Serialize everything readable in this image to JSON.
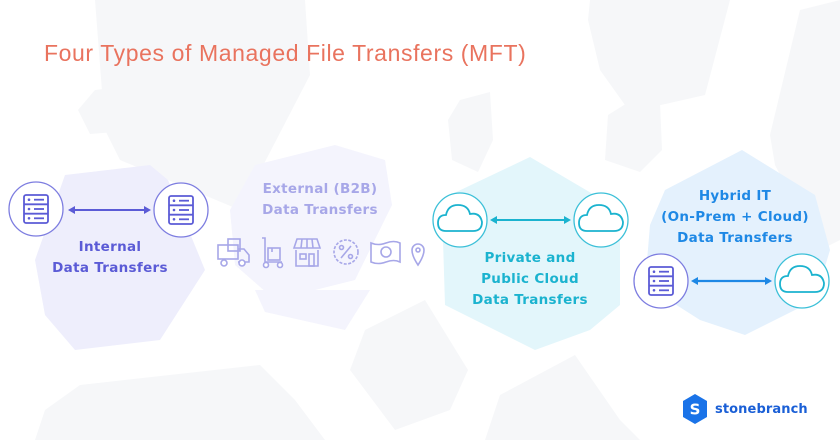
{
  "title": "Four Types of Managed File Transfers (MFT)",
  "sections": [
    {
      "id": "internal",
      "lines": [
        "Internal",
        "Data Transfers"
      ],
      "color": "#5b5bd6",
      "left_icon": "server-icon",
      "right_icon": "server-icon"
    },
    {
      "id": "external",
      "lines": [
        "External (B2B)",
        "Data Transfers"
      ],
      "color": "#a7a7e8",
      "icons": [
        "truck-icon",
        "hand-truck-icon",
        "storefront-icon",
        "discount-badge-icon",
        "cash-icon",
        "map-pin-icon"
      ]
    },
    {
      "id": "cloud",
      "lines": [
        "Private and",
        "Public Cloud",
        "Data Transfers"
      ],
      "color": "#1bb3cf",
      "left_icon": "cloud-icon",
      "right_icon": "cloud-icon"
    },
    {
      "id": "hybrid",
      "lines": [
        "Hybrid IT",
        "(On-Prem + Cloud)",
        "Data Transfers"
      ],
      "color": "#1e88e5",
      "left_icon": "server-icon",
      "right_icon": "cloud-icon"
    }
  ],
  "brand": {
    "logo_letter": "S",
    "name": "stonebranch",
    "color": "#1a73e8"
  },
  "colors": {
    "title": "#e9735e",
    "internal_bg": "#eeeefc",
    "external_bg": "#f4f4fd",
    "cloud_bg": "#e3f6fb",
    "hybrid_bg": "#e4f1fd",
    "decor_bg": "#f6f7f9"
  }
}
